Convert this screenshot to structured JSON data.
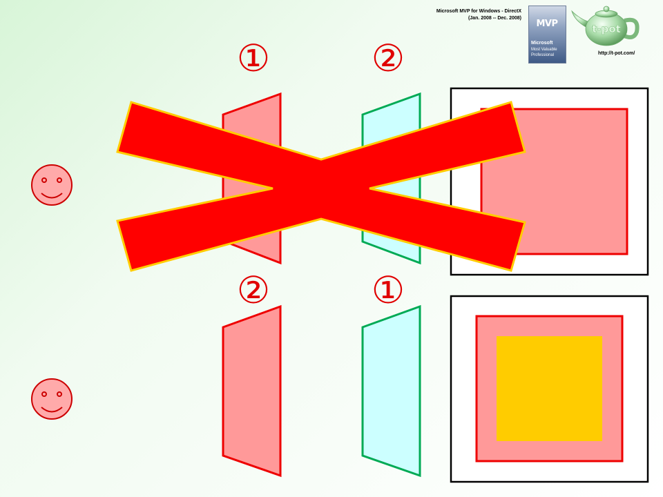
{
  "header": {
    "mvp_line1": "Microsoft MVP for Windows - DirectX",
    "mvp_line2": "(Jan. 2008 -- Dec. 2008)",
    "badge_top": "MVP",
    "badge_org": "Microsoft",
    "badge_line1": "Most Valuable",
    "badge_line2": "Professional",
    "site_url": "http://t-pot.com/",
    "teapot_text": "t-pot"
  },
  "top_row": {
    "front_marker": "①",
    "back_marker": "②",
    "crossed_out": true
  },
  "bottom_row": {
    "front_marker": "②",
    "back_marker": "①"
  },
  "colors": {
    "red_plane_fill": "#ff9999",
    "red_stroke": "#ee0000",
    "cyan_plane_fill": "#ccffff",
    "green_stroke": "#00aa55",
    "cross_fill": "#ff0000",
    "cross_stroke": "#ffcc00",
    "inner_square": "#ffcc00"
  }
}
